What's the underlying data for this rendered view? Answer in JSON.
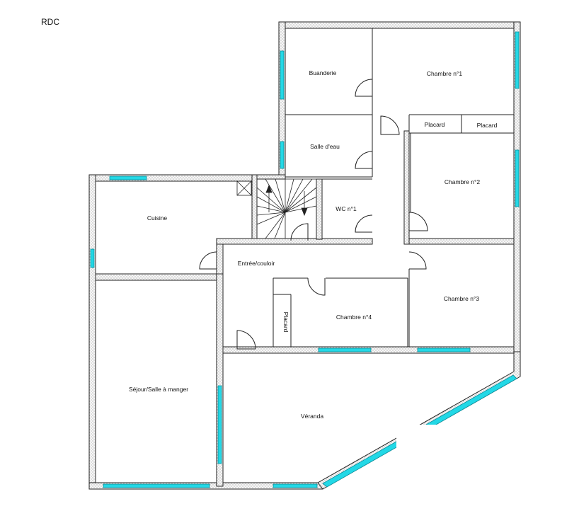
{
  "plan": {
    "level": "RDC",
    "rooms": {
      "buanderie": "Buanderie",
      "chambre1": "Chambre n°1",
      "salle_eau": "Salle d'eau",
      "placard1": "Placard",
      "placard2": "Placard",
      "chambre2": "Chambre n°2",
      "cuisine": "Cuisine",
      "wc": "WC n°1",
      "entree": "Entrée/couloir",
      "chambre3": "Chambre n°3",
      "placard3": "Placard",
      "chambre4": "Chambre n°4",
      "sejour": "Séjour/Salle à manger",
      "veranda": "Véranda"
    },
    "colors": {
      "window": "#22d8e6",
      "wall": "#222222",
      "wall_fill": "#f4f4f4"
    }
  }
}
